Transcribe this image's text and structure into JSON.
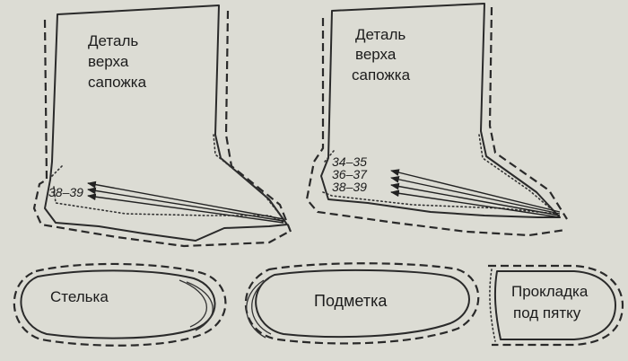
{
  "left_boot": {
    "label_lines": [
      "Деталь",
      "верха",
      "сапожка"
    ],
    "sizes": [
      "38–39"
    ]
  },
  "right_boot": {
    "label_lines": [
      "Деталь",
      "верха",
      "сапожка"
    ],
    "sizes": [
      "34–35",
      "36–37",
      "38–39"
    ]
  },
  "insole": {
    "label": "Стелька"
  },
  "sole": {
    "label": "Подметка"
  },
  "heel_pad": {
    "label_lines": [
      "Прокладка",
      "под пятку"
    ]
  }
}
